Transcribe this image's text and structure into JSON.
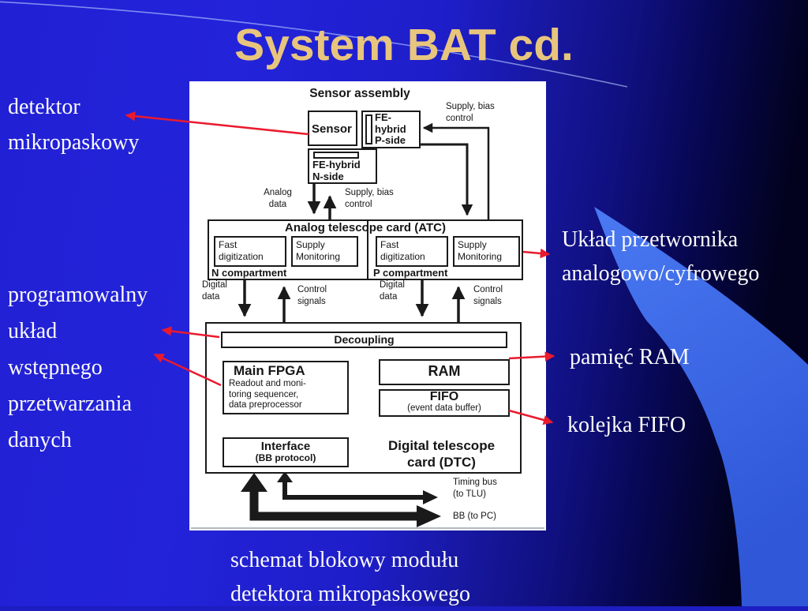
{
  "slide": {
    "title": "System BAT cd."
  },
  "annotations": {
    "detector": "detektor\nmikropaskowy",
    "programmable": "programowalny\nukład\nwstępnego\nprzetwarzania\ndanych",
    "adc": "Układ przetwornika\nanalogowo/cyfrowego",
    "ram": "pamięć RAM",
    "fifo": "kolejka FIFO",
    "caption": "schemat blokowy modułu\ndetektora mikropaskowego"
  },
  "diagram": {
    "sensor_assembly": "Sensor assembly",
    "sensor": "Sensor",
    "fe_hybrid_p": "FE-\nhybrid\nP-side",
    "fe_hybrid_n": "FE-hybrid\nN-side",
    "supply_bias_top": "Supply, bias\ncontrol",
    "analog_data": "Analog\ndata",
    "supply_bias_mid": "Supply, bias\ncontrol",
    "atc_title": "Analog telescope card (ATC)",
    "fast_digitization_n": "Fast\ndigitization",
    "supply_monitoring_n": "Supply\nMonitoring",
    "n_compartment": "N compartment",
    "fast_digitization_p": "Fast\ndigitization",
    "supply_monitoring_p": "Supply\nMonitoring",
    "p_compartment": "P compartment",
    "digital_data_n": "Digital\ndata",
    "control_signals_n": "Control\nsignals",
    "digital_data_p": "Digital\ndata",
    "control_signals_p": "Control\nsignals",
    "decoupling": "Decoupling",
    "main_fpga_title": "Main FPGA",
    "main_fpga_sub": "Readout and moni-\ntoring sequencer,\ndata preprocessor",
    "ram": "RAM",
    "fifo": "FIFO",
    "fifo_sub": "(event data buffer)",
    "interface_title": "Interface",
    "interface_sub": "(BB protocol)",
    "dtc_label": "Digital telescope\ncard (DTC)",
    "timing_bus": "Timing bus\n(to TLU)",
    "bb": "BB (to PC)"
  },
  "colors": {
    "title_text": "#e8c57d",
    "background_left": "#2323da",
    "background_right": "#02021e",
    "swoosh_blue": "#3c6ae8",
    "annotation_text": "#fbfbfb",
    "annotation_arrow": "#ea1a2e",
    "diagram_ink": "#1a1a1a",
    "panel_background": "#ffffff"
  }
}
